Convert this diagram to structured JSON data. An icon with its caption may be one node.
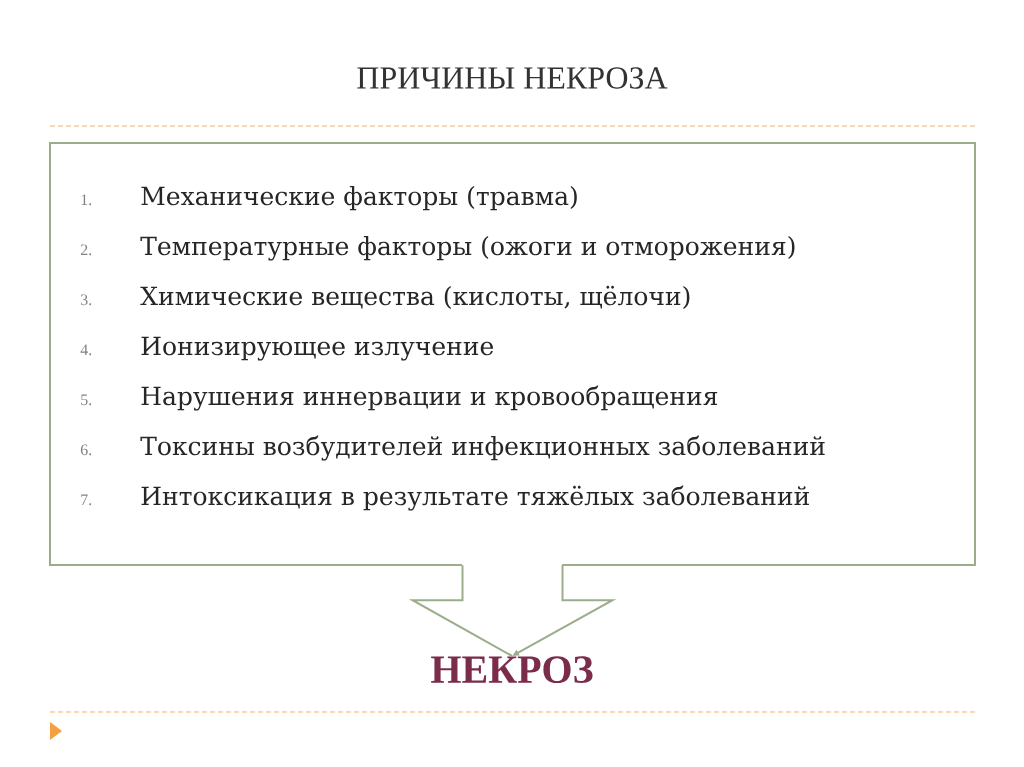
{
  "diagram": {
    "title": "ПРИЧИНЫ  НЕКРОЗА",
    "nodes": [
      {
        "text": [
          "Механические факторы (травма)",
          "Температурные факторы (ожоги и отморожения)",
          "Химические вещества (кислоты, щёлочи)",
          "Ионизирующее излучение",
          "Нарушения иннервации и кровообращения",
          "Токсины возбудителей инфекционных заболеваний",
          "Интоксикация в результате тяжёлых заболеваний"
        ]
      },
      {
        "text": [
          "НЕКРОЗ"
        ]
      }
    ],
    "edges": [
      {
        "from": 0,
        "to": 1,
        "arrow": "to"
      }
    ],
    "labels": [
      "1.",
      "2.",
      "3.",
      "4.",
      "5.",
      "6.",
      "7."
    ]
  }
}
